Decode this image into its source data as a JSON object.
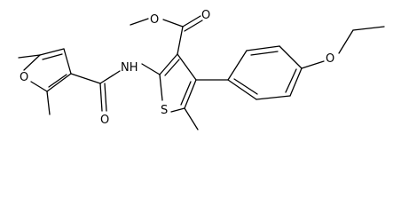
{
  "molecule": {
    "atom_labels": {
      "furan_o": "O",
      "amide_nh": "NH",
      "amide_o": "O",
      "ester_o_carbonyl": "O",
      "ester_o_methoxy": "O",
      "thiophene_s": "S",
      "ether_o": "O"
    }
  }
}
